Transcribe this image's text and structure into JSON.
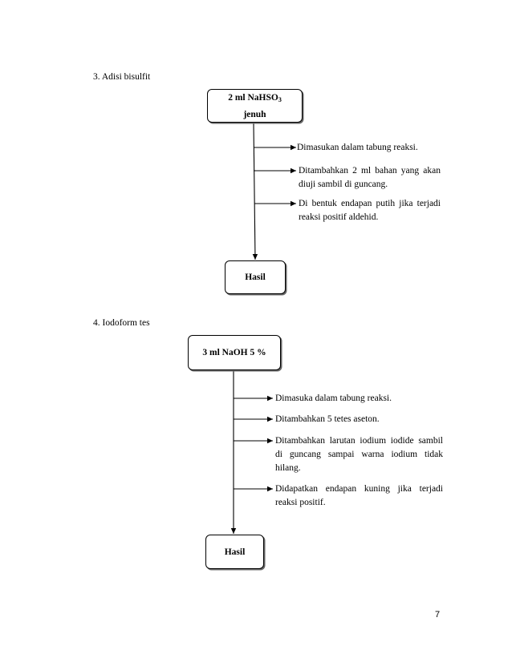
{
  "section3": {
    "heading": "3. Adisi bisulfit",
    "start_box": {
      "line1": "2 ml NaHSO",
      "sub": "3",
      "line2": "jenuh"
    },
    "steps": [
      "Dimasukan dalam tabung reaksi.",
      "Ditambahkan 2 ml bahan yang akan diuji sambil di guncang.",
      "Di bentuk endapan putih jika terjadi reaksi positif aldehid."
    ],
    "end_box": "Hasil"
  },
  "section4": {
    "heading": "4. Iodoform tes",
    "start_box": "3 ml NaOH 5 %",
    "steps": [
      "Dimasuka dalam tabung reaksi.",
      "Ditambahkan 5 tetes aseton.",
      "Ditambahkan larutan iodium iodide sambil di guncang sampai warna iodium tidak hilang.",
      "Didapatkan endapan kuning jika terjadi reaksi positif."
    ],
    "end_box": "Hasil"
  },
  "page_number": "7"
}
